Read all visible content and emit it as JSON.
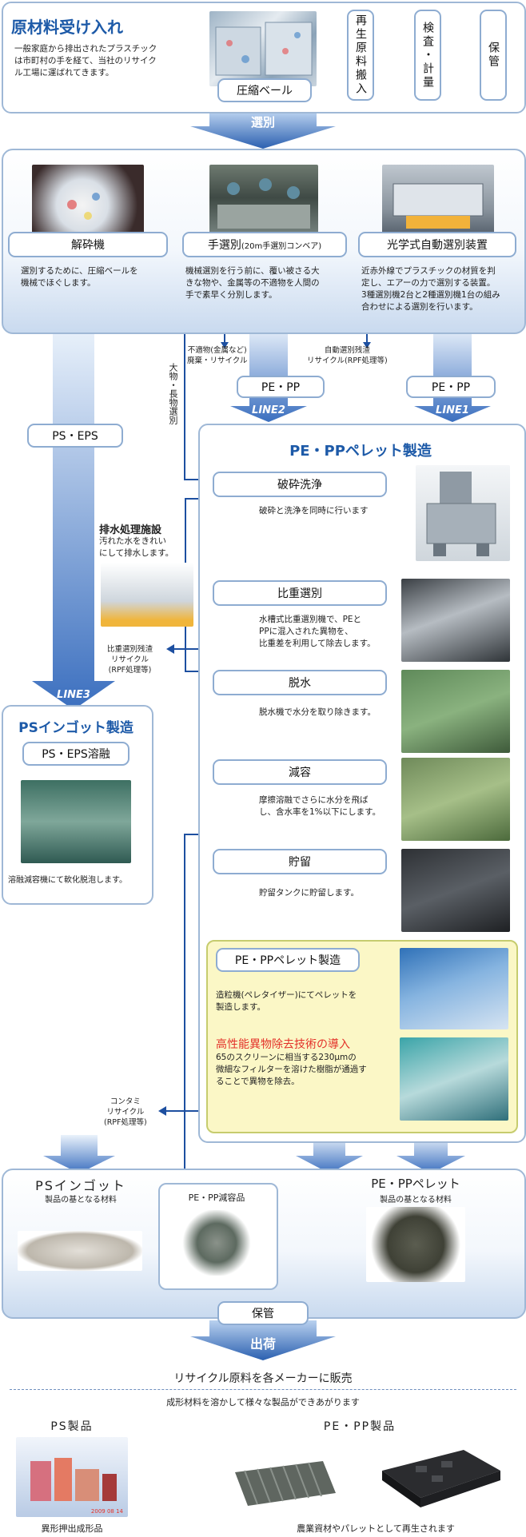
{
  "intake": {
    "title": "原材料受け入れ",
    "desc": [
      "一般家庭から排出されたプラスチック",
      "は市町村の手を経て、当社のリサイク",
      "ル工場に運ばれてきます。"
    ],
    "bale_label": "圧縮ベール",
    "steps": [
      "再生原料搬入",
      "検査・計量",
      "保管"
    ]
  },
  "sort_band": "選別",
  "sorting": {
    "crusher": {
      "label": "解砕機",
      "desc": [
        "選別するために、圧縮ベールを",
        "機械でほぐします。"
      ]
    },
    "manual": {
      "label": "手選別",
      "label_sub": "(20m手選別コンベア)",
      "desc": [
        "機械選別を行う前に、覆い被さる大",
        "きな物や、金属等の不適物を人間の",
        "手で素早く分別します。"
      ]
    },
    "optical": {
      "label": "光学式自動選別装置",
      "desc": [
        "近赤外線でプラスチックの材質を判",
        "定し、エアーの力で選別する装置。",
        "3種選別機2台と2種選別機1台の組み",
        "合わせによる選別を行います。"
      ]
    }
  },
  "notes": {
    "unsuitable": [
      "不適物(金属など)",
      "廃棄・リサイクル"
    ],
    "auto_residue": [
      "自動選別残渣",
      "リサイクル(RPF処理等)"
    ],
    "large_items": "大物・長物選別",
    "gravity_residue": [
      "比重選別残渣",
      "リサイクル",
      "(RPF処理等)"
    ],
    "contami": [
      "コンタミ",
      "リサイクル",
      "(RPF処理等)"
    ]
  },
  "ps_eps_label": "PS・EPS",
  "pe_pp_label_1": "PE・PP",
  "pe_pp_label_2": "PE・PP",
  "line1": "LINE1",
  "line2": "LINE2",
  "line3": "LINE3",
  "pellet": {
    "title": "PE・PPペレット製造",
    "steps": [
      {
        "label": "破砕洗浄",
        "desc": [
          "破砕と洗浄を同時に行います"
        ]
      },
      {
        "label": "比重選別",
        "desc": [
          "水槽式比重選別機で、PEと",
          "PPに混入された異物を、",
          "比重差を利用して除去します。"
        ]
      },
      {
        "label": "脱水",
        "desc": [
          "脱水機で水分を取り除きます。"
        ]
      },
      {
        "label": "減容",
        "desc": [
          "摩擦溶融でさらに水分を飛ば",
          "し、含水率を1%以下にします。"
        ]
      },
      {
        "label": "貯留",
        "desc": [
          "貯留タンクに貯留します。"
        ]
      }
    ],
    "box": {
      "label": "PE・PPペレット製造",
      "desc": [
        "造粒機(ペレタイザー)にてペレットを",
        "製造します。"
      ],
      "tech_title": "高性能異物除去技術の導入",
      "tech_desc": [
        "65のスクリーンに相当する230μmの",
        "微細なフィルターを溶けた樹脂が通過す",
        "ることで異物を除去。"
      ]
    }
  },
  "wastewater": {
    "title": "排水処理施設",
    "desc": [
      "汚れた水をきれい",
      "にして排水します。"
    ]
  },
  "ingot": {
    "title": "PSインゴット製造",
    "label": "PS・EPS溶融",
    "desc": "溶融減容機にて軟化脱泡します。"
  },
  "products": {
    "ps_ingot": {
      "title": "PSインゴット",
      "sub": "製品の基となる材料"
    },
    "pe_pp_reduced": {
      "title": "PE・PP減容品"
    },
    "pe_pp_pellet": {
      "title": "PE・PPペレット",
      "sub": "製品の基となる材料"
    }
  },
  "storage": "保管",
  "ship_band": "出荷",
  "sale": "リサイクル原料を各メーカーに販売",
  "sale_sub": "成形材料を溶かして様々な製品ができあがります",
  "final": {
    "ps_title": "PS製品",
    "ps_caption": "異形押出成形品",
    "pepp_title": "PE・PP製品",
    "pepp_caption": "農業資材やパレットとして再生されます",
    "photo_date": "2009 08 14"
  },
  "colors": {
    "blue_dark": "#1d4fa0",
    "blue_light": "#8fb3e0",
    "accent_red": "#e3322a",
    "box_yellow": "#fbf7c6"
  }
}
